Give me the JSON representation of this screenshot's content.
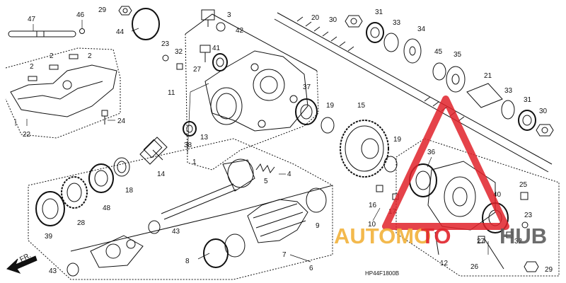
{
  "diagram": {
    "code": "HP44F1800B",
    "front_marker": "FR.",
    "callouts": [
      {
        "id": "c47",
        "text": "47"
      },
      {
        "id": "c46",
        "text": "46"
      },
      {
        "id": "c29a",
        "text": "29"
      },
      {
        "id": "c44",
        "text": "44"
      },
      {
        "id": "c3",
        "text": "3"
      },
      {
        "id": "c42",
        "text": "42"
      },
      {
        "id": "c20",
        "text": "20"
      },
      {
        "id": "c30a",
        "text": "30"
      },
      {
        "id": "c31a",
        "text": "31"
      },
      {
        "id": "c33a",
        "text": "33"
      },
      {
        "id": "c34",
        "text": "34"
      },
      {
        "id": "c2a",
        "text": "2"
      },
      {
        "id": "c2b",
        "text": "2"
      },
      {
        "id": "c2c",
        "text": "2"
      },
      {
        "id": "c23a",
        "text": "23"
      },
      {
        "id": "c32a",
        "text": "32"
      },
      {
        "id": "c41",
        "text": "41"
      },
      {
        "id": "c27a",
        "text": "27"
      },
      {
        "id": "c45",
        "text": "45"
      },
      {
        "id": "c35",
        "text": "35"
      },
      {
        "id": "c21",
        "text": "21"
      },
      {
        "id": "c11",
        "text": "11"
      },
      {
        "id": "c37",
        "text": "37"
      },
      {
        "id": "c33b",
        "text": "33"
      },
      {
        "id": "c31b",
        "text": "31"
      },
      {
        "id": "c30b",
        "text": "30"
      },
      {
        "id": "c22",
        "text": "22"
      },
      {
        "id": "c24",
        "text": "24"
      },
      {
        "id": "c19a",
        "text": "19"
      },
      {
        "id": "c15",
        "text": "15"
      },
      {
        "id": "c13",
        "text": "13"
      },
      {
        "id": "c38",
        "text": "38"
      },
      {
        "id": "c1",
        "text": "1"
      },
      {
        "id": "c14",
        "text": "14"
      },
      {
        "id": "c19b",
        "text": "19"
      },
      {
        "id": "c36",
        "text": "36"
      },
      {
        "id": "c4",
        "text": "4"
      },
      {
        "id": "c5",
        "text": "5"
      },
      {
        "id": "c18",
        "text": "18"
      },
      {
        "id": "c48",
        "text": "48"
      },
      {
        "id": "c25",
        "text": "25"
      },
      {
        "id": "c40",
        "text": "40"
      },
      {
        "id": "c16",
        "text": "16"
      },
      {
        "id": "c17",
        "text": "17"
      },
      {
        "id": "c23b",
        "text": "23"
      },
      {
        "id": "c39",
        "text": "39"
      },
      {
        "id": "c28",
        "text": "28"
      },
      {
        "id": "c9",
        "text": "9"
      },
      {
        "id": "c10",
        "text": "10"
      },
      {
        "id": "c43a",
        "text": "43"
      },
      {
        "id": "c27b",
        "text": "27"
      },
      {
        "id": "c32b",
        "text": "32"
      },
      {
        "id": "c7",
        "text": "7"
      },
      {
        "id": "c12",
        "text": "12"
      },
      {
        "id": "c8",
        "text": "8"
      },
      {
        "id": "c26",
        "text": "26"
      },
      {
        "id": "c6",
        "text": "6"
      },
      {
        "id": "c29b",
        "text": "29"
      },
      {
        "id": "c43b",
        "text": "43"
      }
    ]
  },
  "watermark": {
    "brand_left": "AUTOMO",
    "brand_mid": "TO",
    "brand_right": "HUB",
    "color_orange": "#f2b13a",
    "color_red": "#e0222a",
    "color_grey": "#5c5c5c"
  }
}
